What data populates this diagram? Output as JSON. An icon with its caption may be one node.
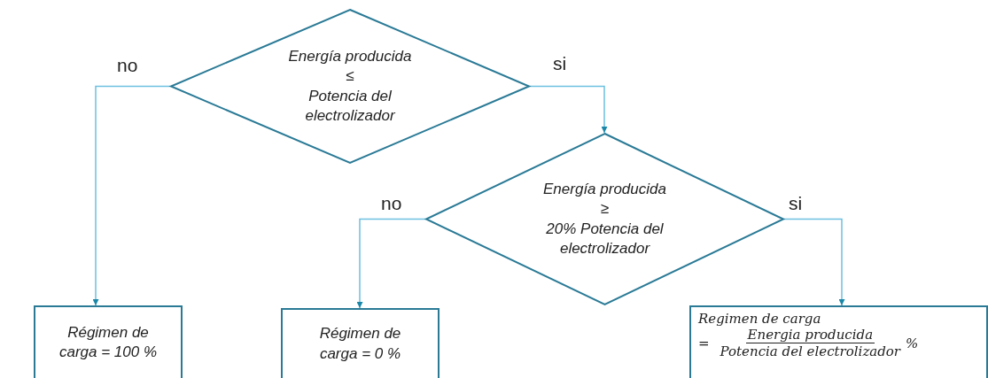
{
  "diagram": {
    "nodes": [
      {
        "text": [
          "Energía producida",
          "≤",
          "Potencia del electrolizador"
        ]
      },
      {
        "text": [
          "Energía producida",
          "≥",
          "20% Potencia del electrolizador"
        ]
      },
      {
        "text": [
          "Régimen de carga = 100 %"
        ]
      },
      {
        "text": [
          "Régimen de carga = 0 %"
        ]
      },
      {
        "text": [
          "Regimen de carga",
          "=",
          "Energia producida",
          "Potencia del electrolizador",
          "%"
        ]
      }
    ],
    "edges": [
      {
        "from": 0,
        "to": 2,
        "arrow": "to",
        "label": "no"
      },
      {
        "from": 0,
        "to": 1,
        "arrow": "to",
        "label": "si"
      },
      {
        "from": 1,
        "to": 3,
        "arrow": "to",
        "label": "no"
      },
      {
        "from": 1,
        "to": 4,
        "arrow": "to",
        "label": "si"
      }
    ]
  }
}
